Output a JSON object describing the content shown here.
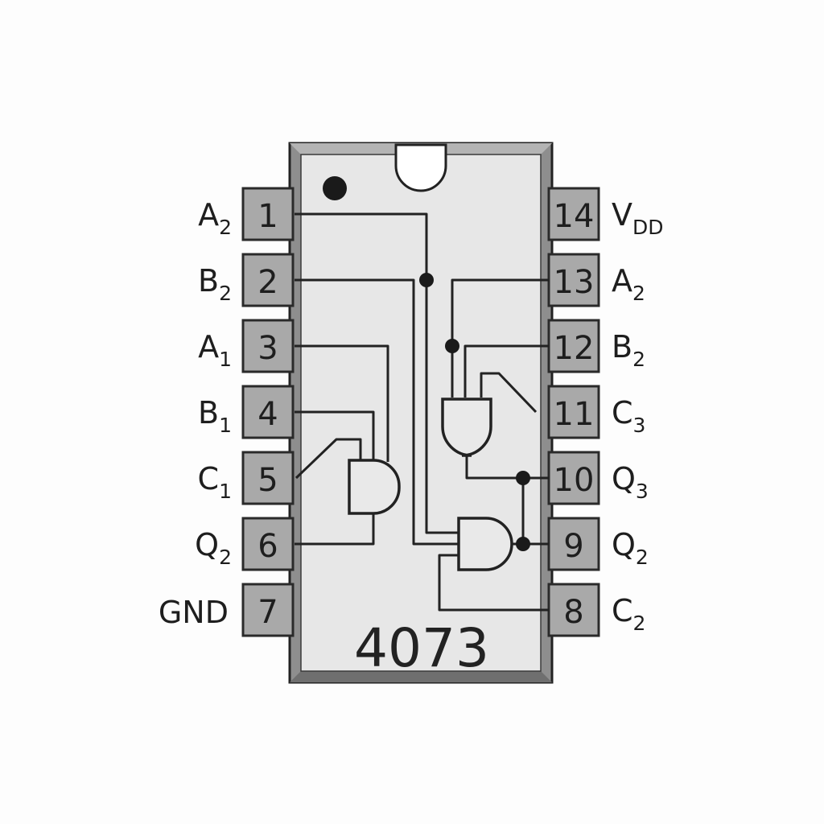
{
  "chip": {
    "part_number": "4073"
  },
  "pins": {
    "left": [
      {
        "num": "1",
        "label": "A",
        "sub": "2"
      },
      {
        "num": "2",
        "label": "B",
        "sub": "2"
      },
      {
        "num": "3",
        "label": "A",
        "sub": "1"
      },
      {
        "num": "4",
        "label": "B",
        "sub": "1"
      },
      {
        "num": "5",
        "label": "C",
        "sub": "1"
      },
      {
        "num": "6",
        "label": "Q",
        "sub": "2"
      },
      {
        "num": "7",
        "label": "GND",
        "sub": ""
      }
    ],
    "right": [
      {
        "num": "14",
        "label": "V",
        "sub": "DD"
      },
      {
        "num": "13",
        "label": "A",
        "sub": "2"
      },
      {
        "num": "12",
        "label": "B",
        "sub": "2"
      },
      {
        "num": "11",
        "label": "C",
        "sub": "3"
      },
      {
        "num": "10",
        "label": "Q",
        "sub": "3"
      },
      {
        "num": "9",
        "label": "Q",
        "sub": "2"
      },
      {
        "num": "8",
        "label": "C",
        "sub": "2"
      }
    ]
  }
}
